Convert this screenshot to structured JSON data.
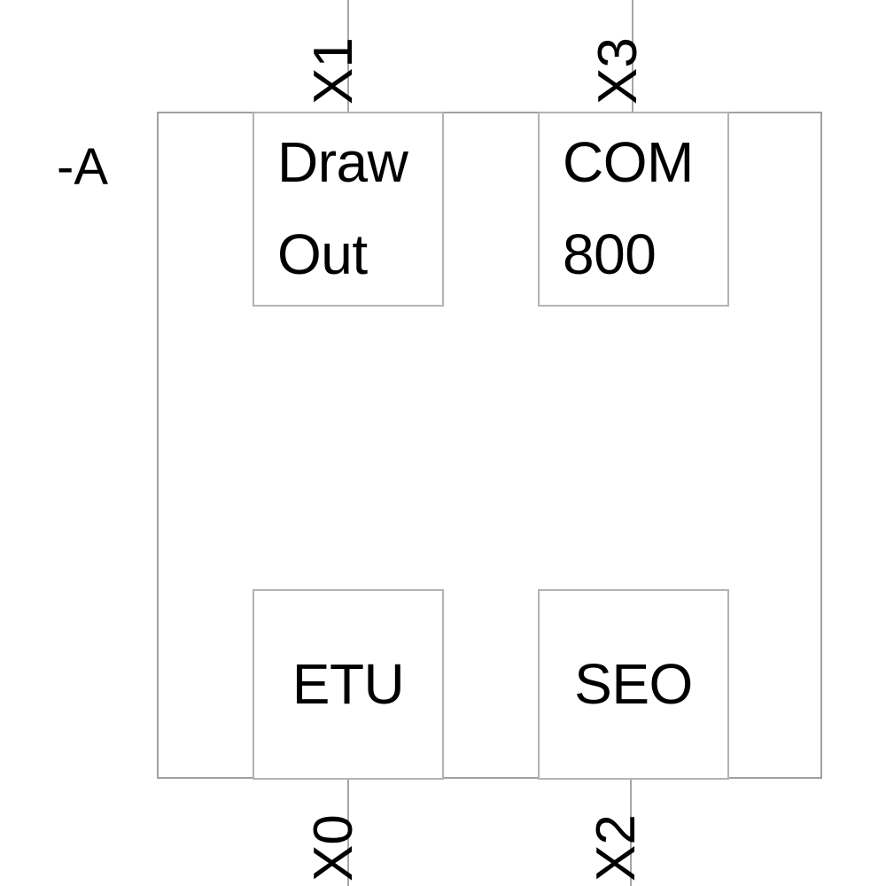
{
  "diagram": {
    "designation": "-A",
    "modules": [
      {
        "id": "draw-out",
        "lines": [
          "Draw",
          "Out"
        ]
      },
      {
        "id": "com800",
        "lines": [
          "COM",
          "800"
        ]
      },
      {
        "id": "etu",
        "lines": [
          "ETU"
        ]
      },
      {
        "id": "seo",
        "lines": [
          "SEO"
        ]
      }
    ],
    "ports": [
      {
        "id": "x1",
        "label": "X1",
        "position": "top-left"
      },
      {
        "id": "x3",
        "label": "X3",
        "position": "top-right"
      },
      {
        "id": "x0",
        "label": "X0",
        "position": "bottom-left"
      },
      {
        "id": "x2",
        "label": "X2",
        "position": "bottom-right"
      }
    ],
    "colors": {
      "enclosure_border": "#a0a0a0",
      "module_border": "#b3b3b3",
      "connector": "#a6a6a6",
      "text": "#000000",
      "background": "#ffffff"
    }
  }
}
